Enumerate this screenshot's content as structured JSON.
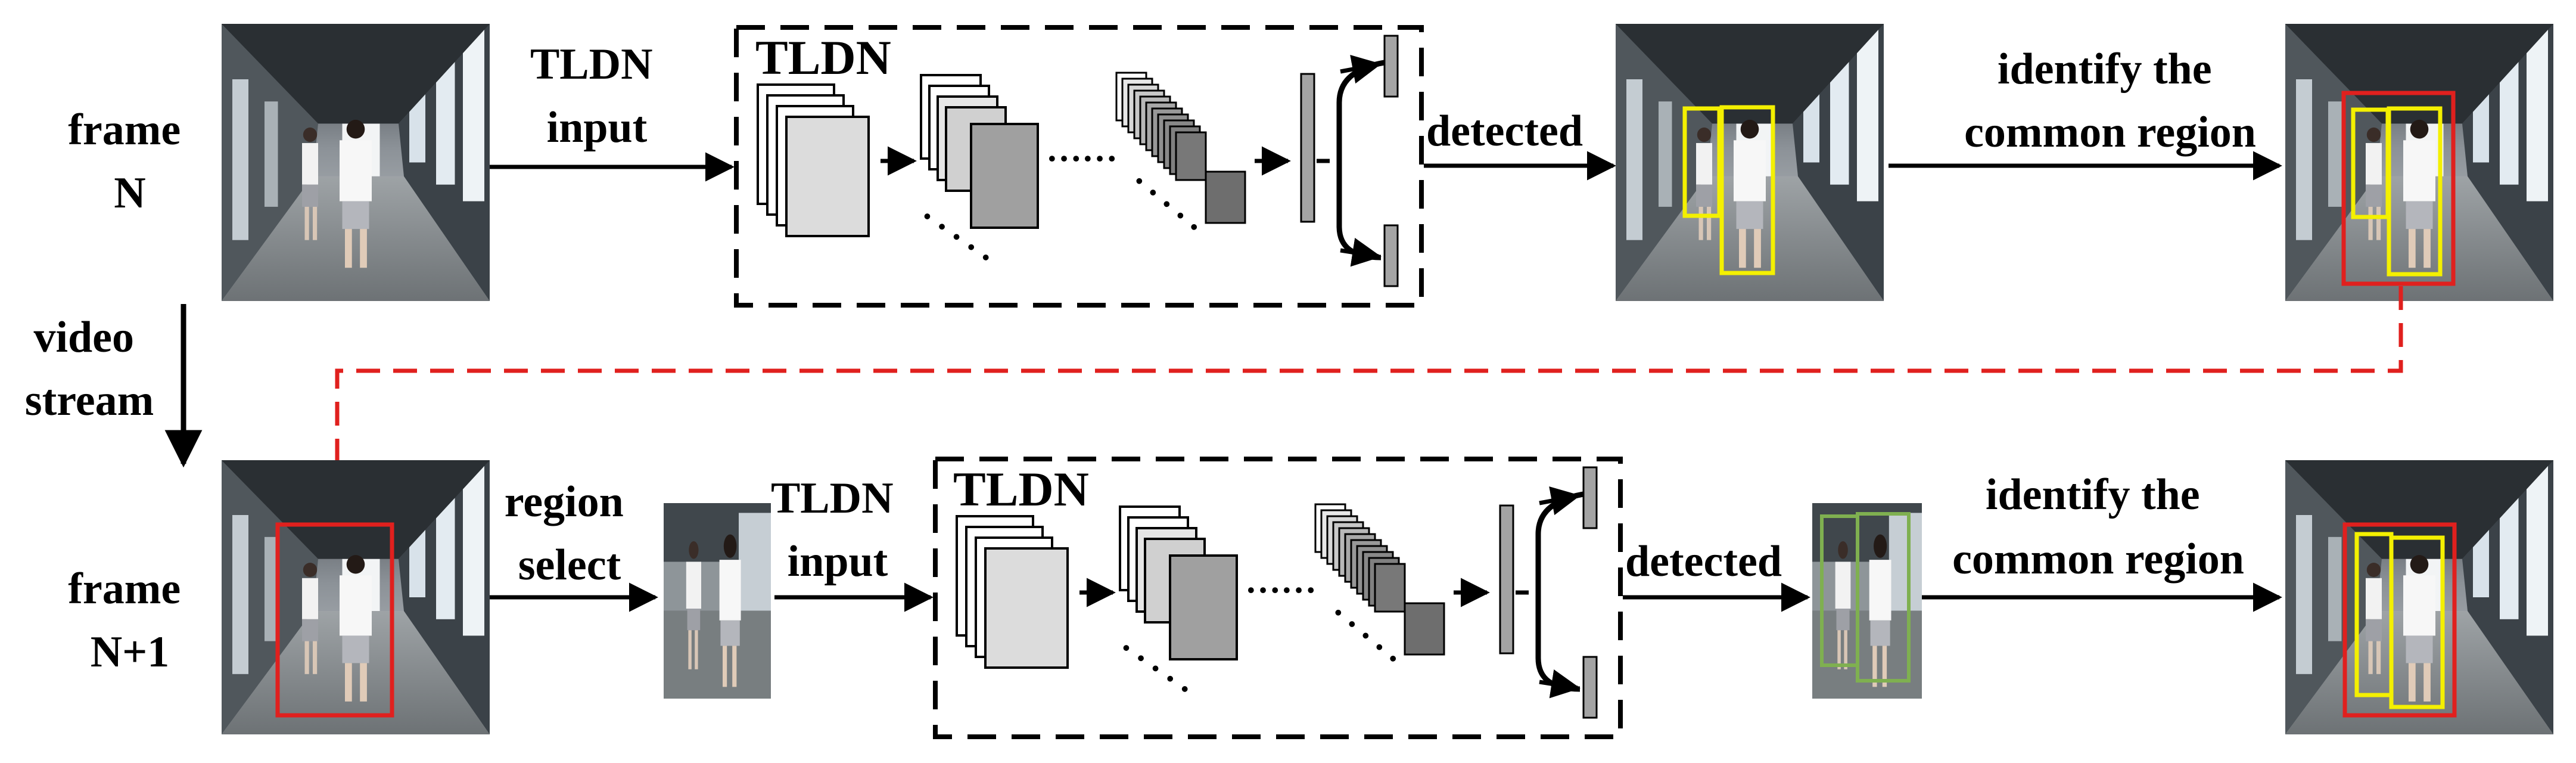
{
  "labels": {
    "frame_n": [
      "frame",
      "N"
    ],
    "frame_n1": [
      "frame",
      "N+1"
    ],
    "video_stream": [
      "video",
      "stream"
    ],
    "tldn_input": [
      "TLDN",
      "input"
    ],
    "tldn_input_2": [
      "TLDN",
      "input"
    ],
    "tldn_box": "TLDN",
    "tldn_box_2": "TLDN",
    "detected": "detected",
    "detected_2": "detected",
    "identify": [
      "identify the",
      "common region"
    ],
    "identify_2": [
      "identify the",
      "common region"
    ],
    "region_select": [
      "region",
      "select"
    ],
    "dots": "……",
    "dots_2": "……"
  },
  "colors": {
    "red": "#e0201e",
    "yellow": "#f4f000",
    "green": "#7fb050",
    "gray_light": "#dcdcdc",
    "gray_mid": "#a0a0a0",
    "gray_dark": "#707070"
  }
}
